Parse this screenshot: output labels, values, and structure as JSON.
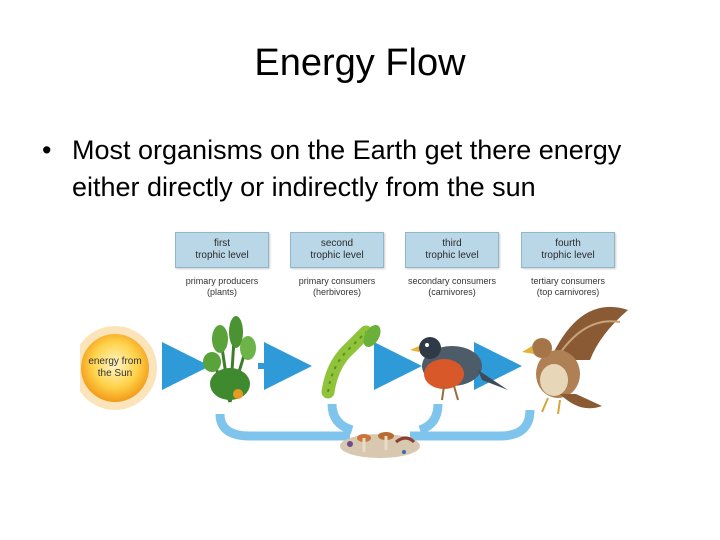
{
  "slide": {
    "title": "Energy Flow",
    "bullet": "Most organisms on the Earth get there energy either directly or indirectly from the sun"
  },
  "diagram": {
    "levels": [
      {
        "line1": "first",
        "line2": "trophic level",
        "role_line1": "primary producers",
        "role_line2": "(plants)"
      },
      {
        "line1": "second",
        "line2": "trophic level",
        "role_line1": "primary consumers",
        "role_line2": "(herbivores)"
      },
      {
        "line1": "third",
        "line2": "trophic level",
        "role_line1": "secondary consumers",
        "role_line2": "(carnivores)"
      },
      {
        "line1": "fourth",
        "line2": "trophic level",
        "role_line1": "tertiary consumers",
        "role_line2": "(top carnivores)"
      }
    ],
    "sun": {
      "line1": "energy from",
      "line2": "the Sun"
    },
    "colors": {
      "box": "#b9d7e6",
      "arrow": "#2f9ad8",
      "sun": "#f6a21a"
    }
  }
}
